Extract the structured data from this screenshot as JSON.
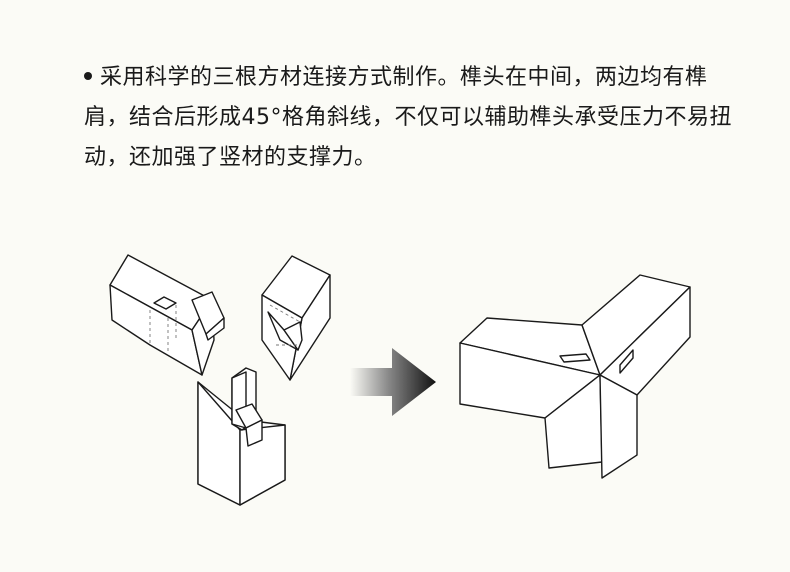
{
  "description": {
    "text": "采用科学的三根方材连接方式制作。榫头在中间，两边均有榫肩，结合后形成45°格角斜线，不仅可以辅助榫头承受压力不易扭动，还加强了竖材的支撑力。"
  },
  "icons": {
    "bullet": "bullet-dot",
    "arrow": "gradient-right-arrow"
  },
  "colors": {
    "background": "#fbfbf6",
    "line": "#1a1a1a",
    "arrow_dark": "#111111",
    "arrow_light": "#fbfbf6"
  }
}
